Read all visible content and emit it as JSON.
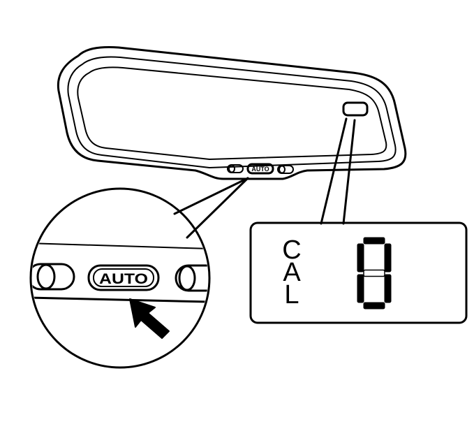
{
  "mirror": {
    "button_label": "AUTO"
  },
  "zoom_view": {
    "button_label": "AUTO"
  },
  "display": {
    "letters": [
      "C",
      "A",
      "L"
    ],
    "digit_segments_on": [
      "a",
      "b",
      "c",
      "d",
      "e",
      "f"
    ]
  }
}
